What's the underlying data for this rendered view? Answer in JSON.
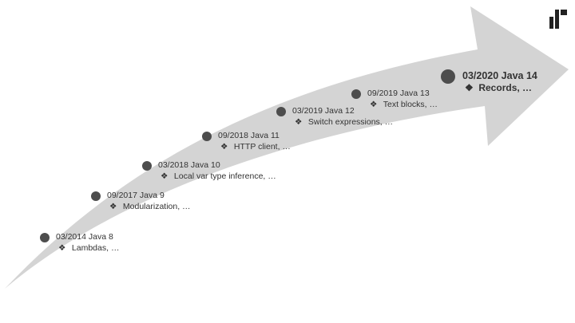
{
  "milestones": [
    {
      "date": "03/2014",
      "version": "Java 8",
      "feature": "Lambdas, …"
    },
    {
      "date": "09/2017",
      "version": "Java 9",
      "feature": "Modularization, …"
    },
    {
      "date": "03/2018",
      "version": "Java 10",
      "feature": "Local var type inference, …"
    },
    {
      "date": "09/2018",
      "version": "Java 11",
      "feature": "HTTP client, …"
    },
    {
      "date": "03/2019",
      "version": "Java 12",
      "feature": "Switch expressions, …"
    },
    {
      "date": "09/2019",
      "version": "Java 13",
      "feature": "Text blocks, …"
    },
    {
      "date": "03/2020",
      "version": "Java 14",
      "feature": "Records, …"
    }
  ],
  "bullet_symbol": "❖",
  "colors": {
    "arrow": "#d4d4d4",
    "dot": "#4d4d4d",
    "text": "#333333",
    "logo": "#222222"
  },
  "icons": {
    "logo": "company-logo-icon"
  }
}
